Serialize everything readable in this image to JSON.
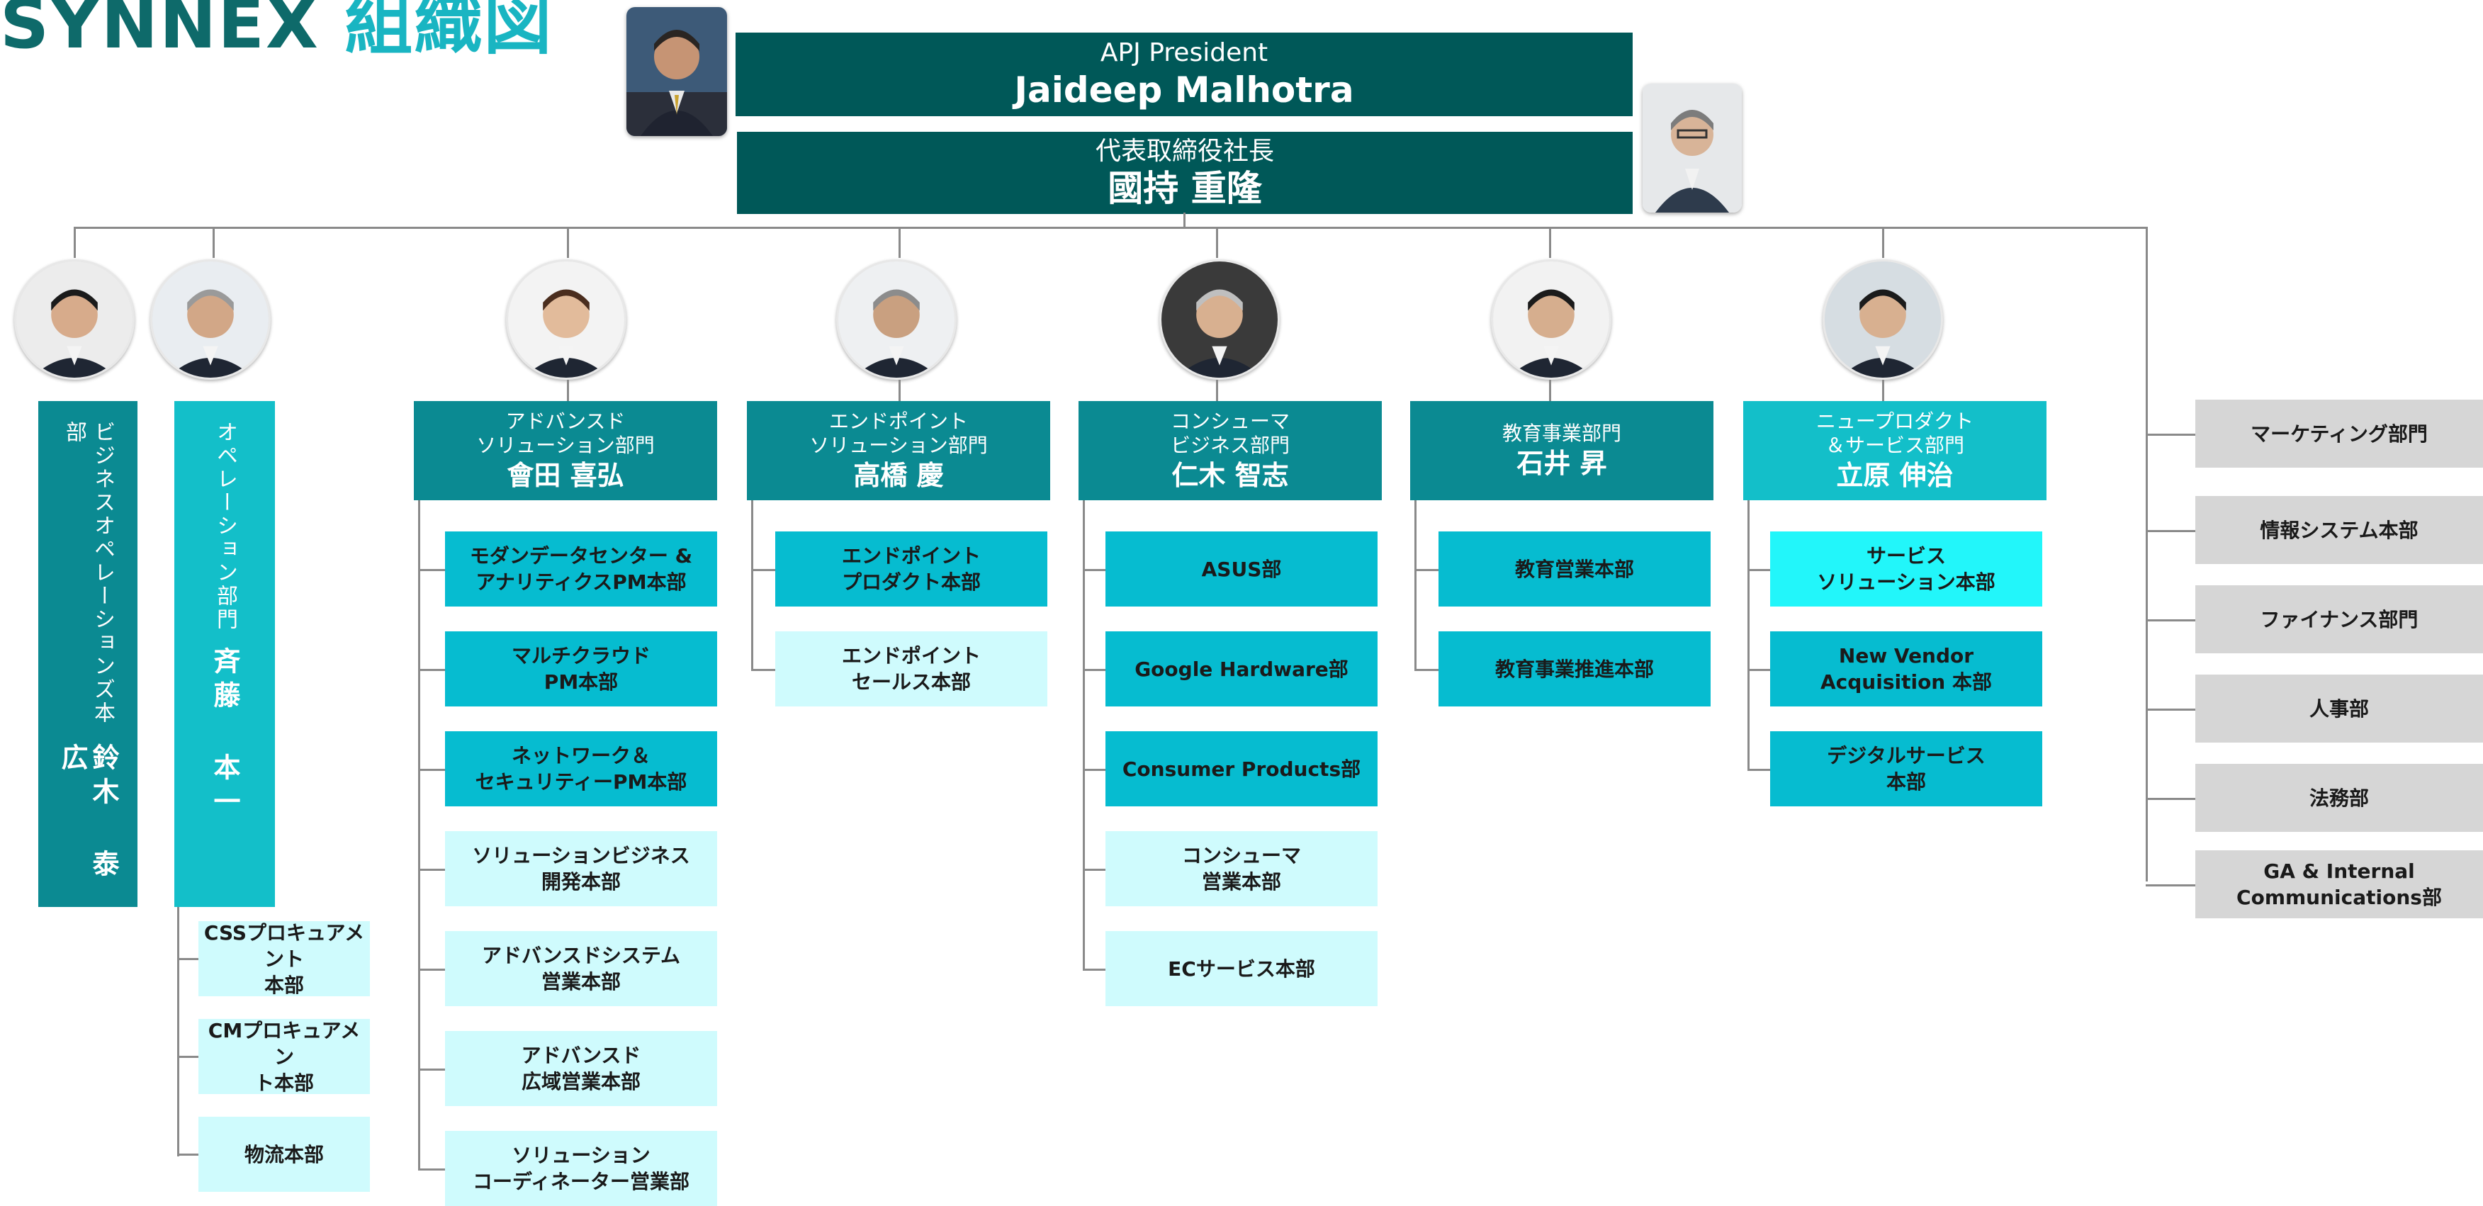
{
  "title": {
    "brand": "SYNNEX",
    "org_chart": "組織図"
  },
  "top": {
    "president_role": "APJ President",
    "president_name": "Jaideep Malhotra",
    "ceo_role": "代表取締役社長",
    "ceo_name": "國持 重隆"
  },
  "columns": [
    {
      "role": "ビジネスオペレーションズ本部",
      "name": "鈴木 泰広"
    },
    {
      "role": "オペレーション部門",
      "name": "斉藤 本一",
      "subs": [
        "CSSプロキュアメント\n本部",
        "CMプロキュアメン\nト本部",
        "物流本部"
      ]
    }
  ],
  "divisions": [
    {
      "role": "アドバンスド\nソリューション部門",
      "name": "會田 喜弘",
      "subs": [
        "モダンデータセンター &\nアナリティクスPM本部",
        "マルチクラウド\nPM本部",
        "ネットワーク＆\nセキュリティーPM本部",
        "ソリューションビジネス\n開発本部",
        "アドバンスドシステム\n営業本部",
        "アドバンスド\n広域営業本部",
        "ソリューション\nコーディネーター営業部"
      ]
    },
    {
      "role": "エンドポイント\nソリューション部門",
      "name": "高橋 慶",
      "subs": [
        "エンドポイント\nプロダクト本部",
        "エンドポイント\nセールス本部"
      ]
    },
    {
      "role": "コンシューマ\nビジネス部門",
      "name": "仁木 智志",
      "subs": [
        "ASUS部",
        "Google Hardware部",
        "Consumer Products部",
        "コンシューマ\n営業本部",
        "ECサービス本部"
      ]
    },
    {
      "role": "教育事業部門",
      "name": "石井 昇",
      "subs": [
        "教育営業本部",
        "教育事業推進本部"
      ]
    },
    {
      "role": "ニュープロダクト\n＆サービス部門",
      "name": "立原 伸治",
      "subs": [
        "サービス\nソリューション本部",
        "New Vendor\nAcquisition 本部",
        "デジタルサービス\n本部"
      ]
    }
  ],
  "staff": [
    "マーケティング部門",
    "情報システム本部",
    "ファイナンス部門",
    "人事部",
    "法務部",
    "GA & Internal\nCommunications部"
  ],
  "colors": {
    "top_box": "#005858",
    "header_dark": "#0b8a92",
    "header_light": "#13bfc9",
    "sub_teal": "#06bcd0",
    "sub_pale": "#cffbfd",
    "sub_bright": "#22f6fa",
    "staff_gray": "#d6d6d6",
    "connector": "#8a8a8a"
  }
}
